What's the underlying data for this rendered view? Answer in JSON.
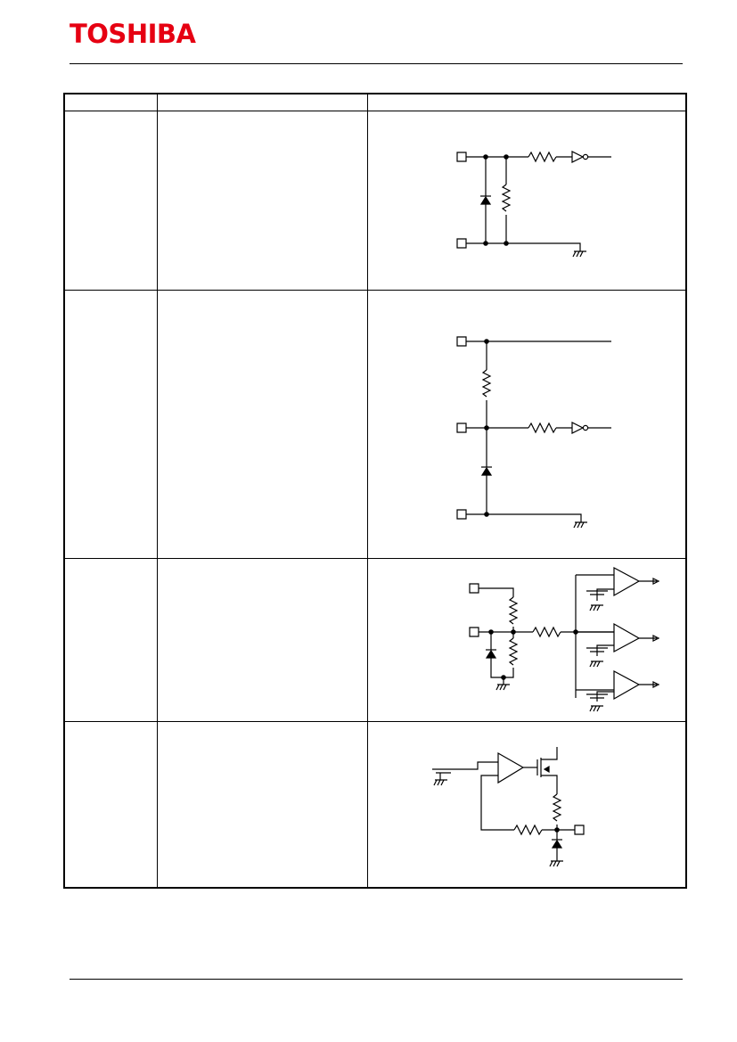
{
  "header": {
    "logo_text": "TOSHIBA",
    "brand_color": "#e60012"
  },
  "table": {
    "columns": [
      "",
      "",
      ""
    ],
    "rows": [
      {
        "pin": "",
        "description": "",
        "circuit": "input-with-pulldown-resistor-and-diode"
      },
      {
        "pin": "",
        "description": "",
        "circuit": "input-with-pullup-resistor-and-clamp-diode"
      },
      {
        "pin": "",
        "description": "",
        "circuit": "resistor-divider-into-three-comparators"
      },
      {
        "pin": "",
        "description": "",
        "circuit": "opamp-driven-mosfet-output"
      }
    ]
  }
}
